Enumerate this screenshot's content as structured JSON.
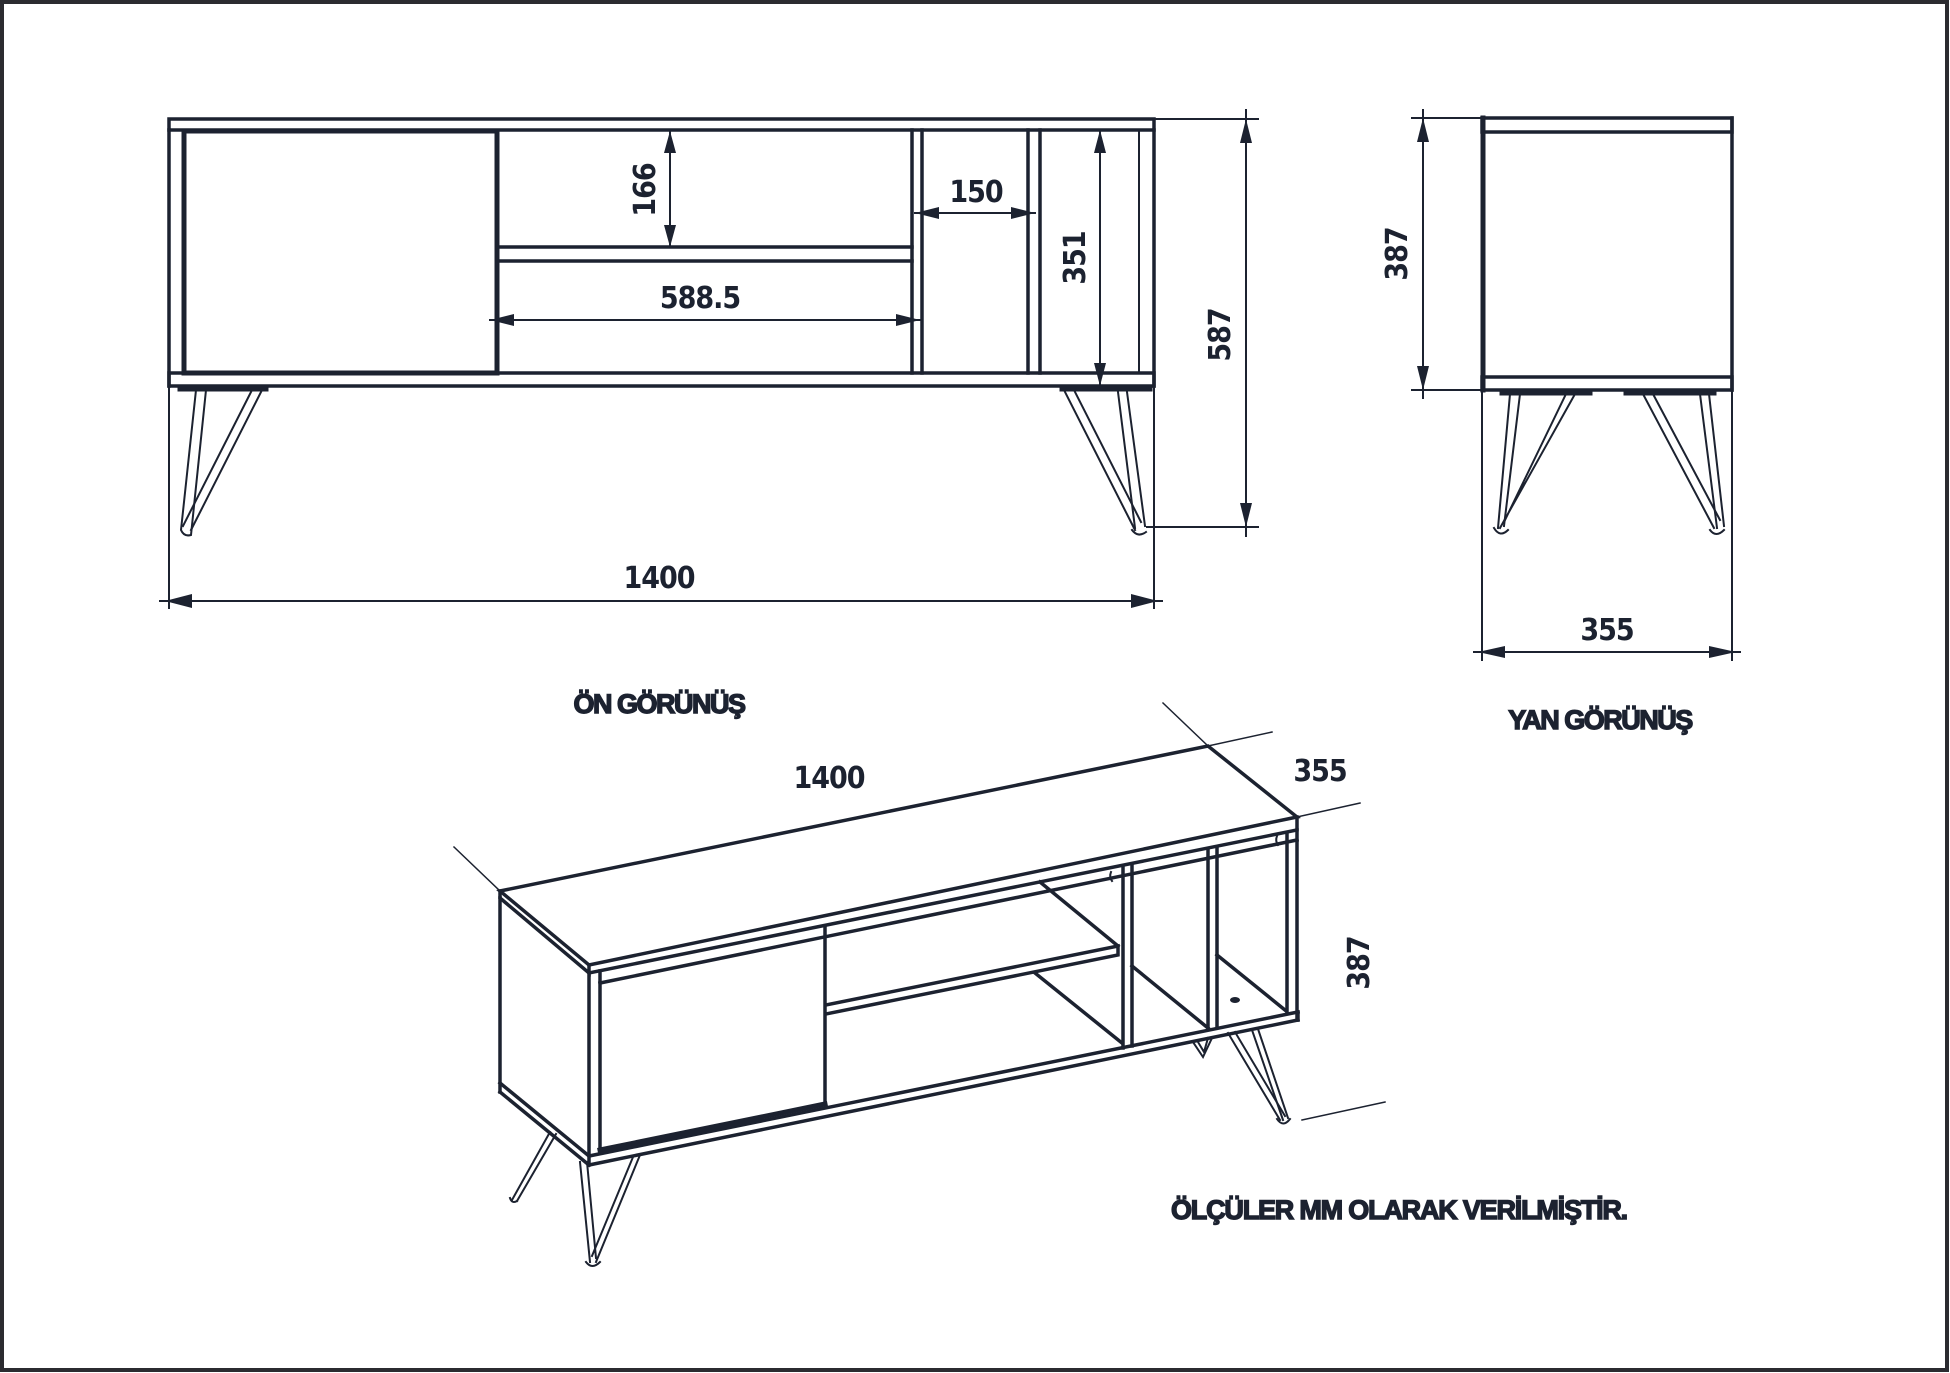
{
  "drawing": {
    "colors": {
      "line": "#1c2230",
      "background": "#ffffff",
      "frame": "#2b2b30"
    },
    "front_view": {
      "title": "ÖN GÖRÜNÜŞ",
      "dimensions": {
        "overall_width": "1400",
        "overall_height": "587",
        "shelf_opening_height": "166",
        "shelf_width": "588.5",
        "compartment_width": "150",
        "inner_height": "351"
      }
    },
    "side_view": {
      "title": "YAN GÖRÜNÜŞ",
      "dimensions": {
        "body_height": "387",
        "depth": "355"
      }
    },
    "isometric_view": {
      "dimensions": {
        "width": "1400",
        "depth": "355",
        "body_height": "387"
      }
    },
    "note": "ÖLÇÜLER MM OLARAK VERİLMİŞTİR."
  }
}
